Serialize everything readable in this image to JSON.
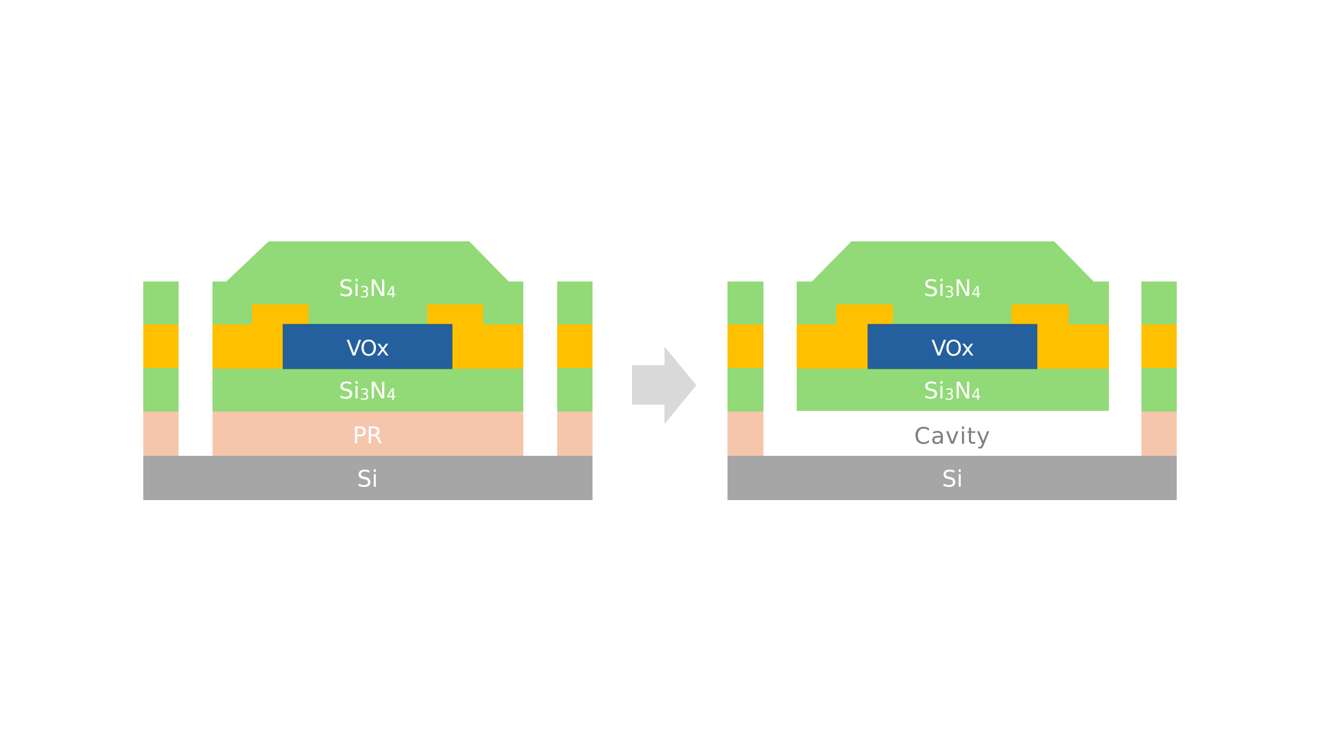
{
  "colors": {
    "si3n4": "#92D977",
    "electrode": "#FFC000",
    "vox": "#24609D",
    "vox_border": "#1E4F80",
    "pr": "#F5C6AC",
    "si": "#A6A6A6",
    "arrow": "#D9D9D9",
    "label_light": "#FFFFFF",
    "label_dark": "#7F7F7F"
  },
  "arrow": {
    "icon": "right-arrow-icon",
    "meaning": "process step: PR removal"
  },
  "before": {
    "name": "before-release",
    "labels": {
      "top_nitride_base": "Si",
      "top_nitride_sub1": "3",
      "top_nitride_mid": "N",
      "top_nitride_sub2": "4",
      "vox": "VOx",
      "bottom_nitride_base": "Si",
      "bottom_nitride_sub1": "3",
      "bottom_nitride_mid": "N",
      "bottom_nitride_sub2": "4",
      "sacrificial": "PR",
      "substrate": "Si"
    }
  },
  "after": {
    "name": "after-release",
    "labels": {
      "top_nitride_base": "Si",
      "top_nitride_sub1": "3",
      "top_nitride_mid": "N",
      "top_nitride_sub2": "4",
      "vox": "VOx",
      "bottom_nitride_base": "Si",
      "bottom_nitride_sub1": "3",
      "bottom_nitride_mid": "N",
      "bottom_nitride_sub2": "4",
      "gap": "Cavity",
      "substrate": "Si"
    }
  }
}
